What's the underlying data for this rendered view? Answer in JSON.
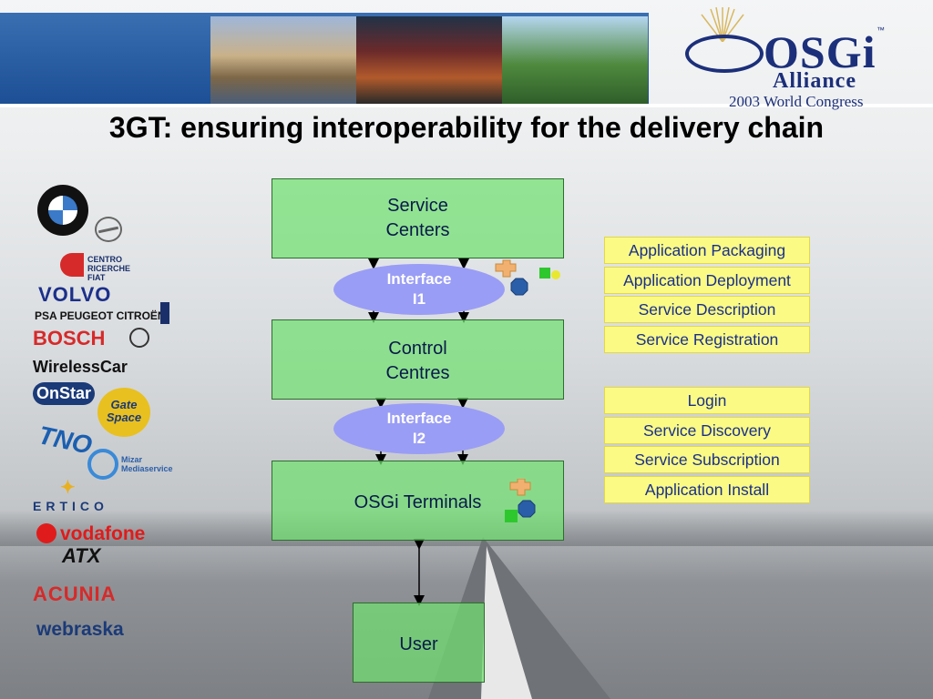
{
  "header": {
    "logo": {
      "name": "OSGi",
      "tagline": "Alliance",
      "event": "2003 World Congress",
      "trademark": "™"
    }
  },
  "title": "3GT: ensuring interoperability for the delivery chain",
  "diagram": {
    "service_centers": "Service\nCenters",
    "interface_1": "Interface\nI1",
    "control_centres": "Control\nCentres",
    "interface_2": "Interface\nI2",
    "osgi_terminals": "OSGi Terminals",
    "user": "User"
  },
  "lists": {
    "i1_functions": [
      "Application Packaging",
      "Application Deployment",
      "Service Description",
      "Service Registration"
    ],
    "i2_functions": [
      "Login",
      "Service Discovery",
      "Service Subscription",
      "Application Install"
    ]
  },
  "sponsors": {
    "bmw": "BMW",
    "crf": "CENTRO\nRICERCHE\nFIAT",
    "volvo": "VOLVO",
    "psa": "PSA PEUGEOT CITROËN",
    "bosch": "BOSCH",
    "wirelesscar": "WirelessCar",
    "onstar": "OnStar",
    "gatespace": "Gate\nSpace",
    "tno": "TNO",
    "mizar": "Mizar\nMediaservice",
    "ertico": "ERTICO",
    "vodafone": "vodafone",
    "atx": "ATX",
    "acunia": "ACUNIA",
    "webraska": "webraska"
  },
  "colors": {
    "box_fill": "#70e070",
    "interface_fill": "#9a9df5",
    "list_fill": "#fafa85",
    "list_text": "#1b2f8a",
    "osgi_blue": "#1c2f7a"
  }
}
